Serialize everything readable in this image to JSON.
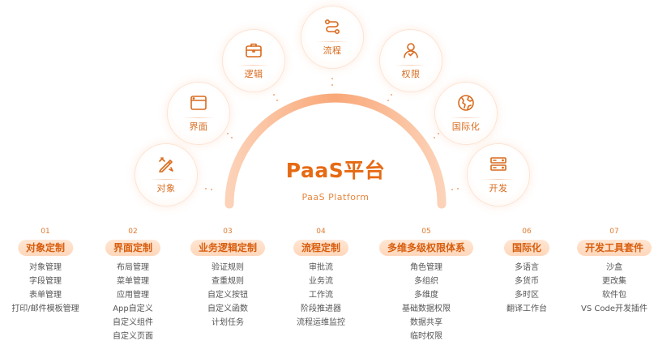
{
  "center": {
    "title": "PaaS平台",
    "subtitle": "PaaS Platform"
  },
  "colors": {
    "accent": "#e66a14",
    "pill_bg": "#ffe1cb",
    "text": "#555555"
  },
  "nodes": [
    {
      "label": "对象",
      "icon": "pencil-ruler-icon"
    },
    {
      "label": "界面",
      "icon": "browser-window-icon"
    },
    {
      "label": "逻辑",
      "icon": "briefcase-icon"
    },
    {
      "label": "流程",
      "icon": "flow-path-icon"
    },
    {
      "label": "权限",
      "icon": "user-check-icon"
    },
    {
      "label": "国际化",
      "icon": "globe-icon"
    },
    {
      "label": "开发",
      "icon": "server-stack-icon"
    }
  ],
  "columns": [
    {
      "num": "01",
      "title": "对象定制",
      "items": [
        "对象管理",
        "字段管理",
        "表单管理",
        "打印/邮件模板管理"
      ]
    },
    {
      "num": "02",
      "title": "界面定制",
      "items": [
        "布局管理",
        "菜单管理",
        "应用管理",
        "App自定义",
        "自定义组件",
        "自定义页面"
      ]
    },
    {
      "num": "03",
      "title": "业务逻辑定制",
      "items": [
        "验证规则",
        "查重规则",
        "自定义按钮",
        "自定义函数",
        "计划任务"
      ]
    },
    {
      "num": "04",
      "title": "流程定制",
      "items": [
        "审批流",
        "业务流",
        "工作流",
        "阶段推进器",
        "流程运维监控"
      ]
    },
    {
      "num": "05",
      "title": "多维多级权限体系",
      "items": [
        "角色管理",
        "多组织",
        "多维度",
        "基础数据权限",
        "数据共享",
        "临时权限"
      ]
    },
    {
      "num": "06",
      "title": "国际化",
      "items": [
        "多语言",
        "多货币",
        "多时区",
        "翻译工作台"
      ]
    },
    {
      "num": "07",
      "title": "开发工具套件",
      "items": [
        "沙盒",
        "更改集",
        "软件包",
        "VS Code开发插件"
      ]
    }
  ]
}
